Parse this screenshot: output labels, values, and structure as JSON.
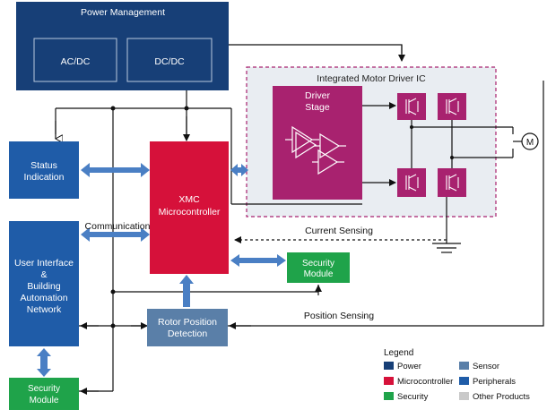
{
  "power_management": {
    "title": "Power Management",
    "ac_dc": "AC/DC",
    "dc_dc": "DC/DC"
  },
  "motor_driver": {
    "title": "Integrated Motor Driver IC",
    "driver_line1": "Driver",
    "driver_line2": "Stage"
  },
  "status": {
    "line1": "Status",
    "line2": "Indication"
  },
  "mcu": {
    "line1": "XMC",
    "line2": "Microcontroller"
  },
  "user_interface": {
    "line1": "User Interface",
    "line2": "&",
    "line3": "Building",
    "line4": "Automation",
    "line5": "Network"
  },
  "labels": {
    "communication": "Communication",
    "current_sensing": "Current Sensing",
    "position_sensing": "Position Sensing"
  },
  "security_mid": {
    "line1": "Security",
    "line2": "Module"
  },
  "security_bottom": {
    "line1": "Security",
    "line2": "Module"
  },
  "rotor": {
    "line1": "Rotor Position",
    "line2": "Detection"
  },
  "motor_symbol": "M",
  "legend": {
    "title": "Legend",
    "items": [
      {
        "label": "Power",
        "color": "#173f77"
      },
      {
        "label": "Sensor",
        "color": "#5a7fa8"
      },
      {
        "label": "Microcontroller",
        "color": "#d6113a"
      },
      {
        "label": "Peripherals",
        "color": "#1f5ca8"
      },
      {
        "label": "Security",
        "color": "#1fa34a"
      },
      {
        "label": "Other Products",
        "color": "#c9c9c9"
      }
    ]
  },
  "colors": {
    "power": "#173f77",
    "peripheral": "#1f5ca8",
    "mcu": "#d6113a",
    "security": "#1fa34a",
    "sensor": "#5a7fa8",
    "driver": "#a8226f",
    "driver_ic_bg": "#e9edf2",
    "driver_ic_border": "#a8226f",
    "arrow": "#4a7fc4"
  }
}
